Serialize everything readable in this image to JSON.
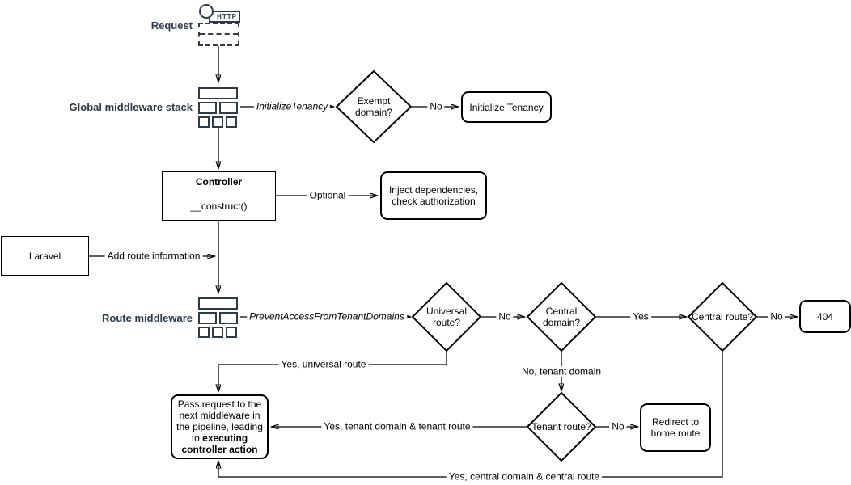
{
  "colors": {
    "line": "#000000",
    "shape_stroke": "#000000",
    "icon_stroke": "#2f3b4c",
    "side_label": "#2f3b4c",
    "divider": "#9e9e9e"
  },
  "side_labels": {
    "request": "Request",
    "global_middleware": "Global middleware stack",
    "route_middleware": "Route middleware"
  },
  "icons": {
    "http": "HTTP"
  },
  "nodes": {
    "exempt_domain": "Exempt domain?",
    "initialize_tenancy": "Initialize Tenancy",
    "controller_title": "Controller",
    "controller_method": "__construct()",
    "inject_dependencies": "Inject dependencies, check authorization",
    "laravel": "Laravel",
    "universal_route": "Universal route?",
    "central_domain": "Central domain?",
    "central_route": "Central route?",
    "not_found": "404",
    "tenant_route": "Tenant route?",
    "redirect_home": "Redirect to home route",
    "pass_request_normal": "Pass request to the next middleware in the pipeline, leading to ",
    "pass_request_bold": "executing controller action"
  },
  "edges": {
    "initialize_tenancy_middleware": "InitializeTenancy",
    "prevent_access_middleware": "PreventAccessFromTenantDomains",
    "exempt_no": "No",
    "optional": "Optional",
    "add_route_information": "Add route information",
    "universal_no": "No",
    "central_domain_yes": "Yes",
    "central_route_no": "No",
    "tenant_route_no": "No",
    "yes_universal_route": "Yes, universal route",
    "no_tenant_domain": "No, tenant domain",
    "yes_tenant_domain_route": "Yes, tenant domain & tenant route",
    "yes_central_domain_route": "Yes, central domain & central route"
  }
}
